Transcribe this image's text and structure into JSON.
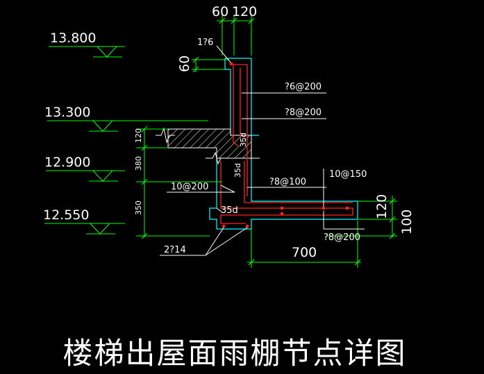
{
  "drawing": {
    "title": "楼梯出屋面雨棚节点详图",
    "elevations": [
      "13.800",
      "13.300",
      "12.900",
      "12.550"
    ],
    "dimensions": {
      "top_60": "60",
      "top_120": "120",
      "left_60": "60",
      "vert_120": "120",
      "vert_380": "380",
      "vert_350": "350",
      "right_120": "120",
      "right_100": "100",
      "bottom_700": "700"
    },
    "annotations": {
      "bar_1_6": "1?6",
      "bar_6_200": "?6@200",
      "bar_8_200_upper": "?8@200",
      "bar_10_150": "10@150",
      "bar_10_200": "10@200",
      "bar_8_100": "?8@100",
      "bar_8_200_lower": "?8@200",
      "bar_2_14": "2?14",
      "anchor_35d_top": "35d",
      "anchor_35d_mid": "35d",
      "anchor_35d_bottom": "35d"
    },
    "colors": {
      "background": "#000000",
      "dimension": "#00ff00",
      "concrete": "#00ffff",
      "rebar": "#ff2020",
      "leader": "#ffffff"
    }
  }
}
